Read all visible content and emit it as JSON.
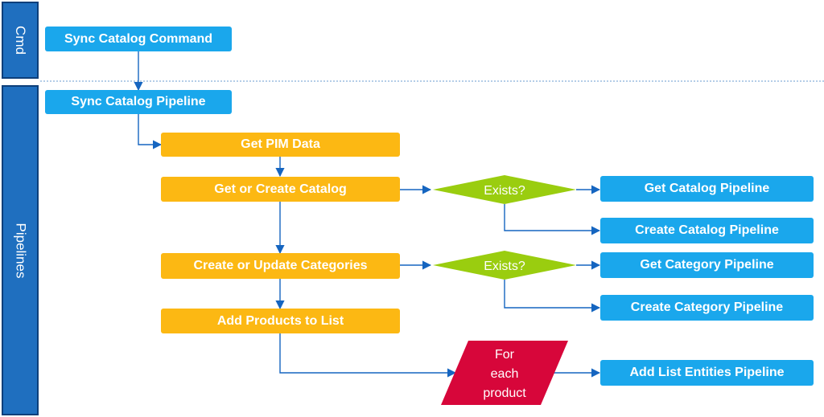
{
  "lanes": {
    "cmd": "Cmd",
    "pipelines": "Pipelines"
  },
  "nodes": {
    "sync_catalog_command": "Sync Catalog Command",
    "sync_catalog_pipeline": "Sync Catalog Pipeline",
    "get_pim_data": "Get PIM Data",
    "get_or_create_catalog": "Get or Create Catalog",
    "create_or_update_categories": "Create or Update Categories",
    "add_products_to_list": "Add Products to List",
    "exists_1": "Exists?",
    "exists_2": "Exists?",
    "get_catalog_pipeline": "Get Catalog Pipeline",
    "create_catalog_pipeline": "Create Catalog Pipeline",
    "get_category_pipeline": "Get Category Pipeline",
    "create_category_pipeline": "Create Category Pipeline",
    "for_each_line1": "For",
    "for_each_line2": "each",
    "for_each_line3": "product",
    "add_list_entities_pipeline": "Add List Entities Pipeline"
  },
  "colors": {
    "lane": "#1f6fbf",
    "pipeline_blue": "#1aa7ec",
    "step_orange": "#fcb813",
    "decision_green": "#9acd0f",
    "loop_red": "#d7063a",
    "connector": "#1565c0"
  }
}
